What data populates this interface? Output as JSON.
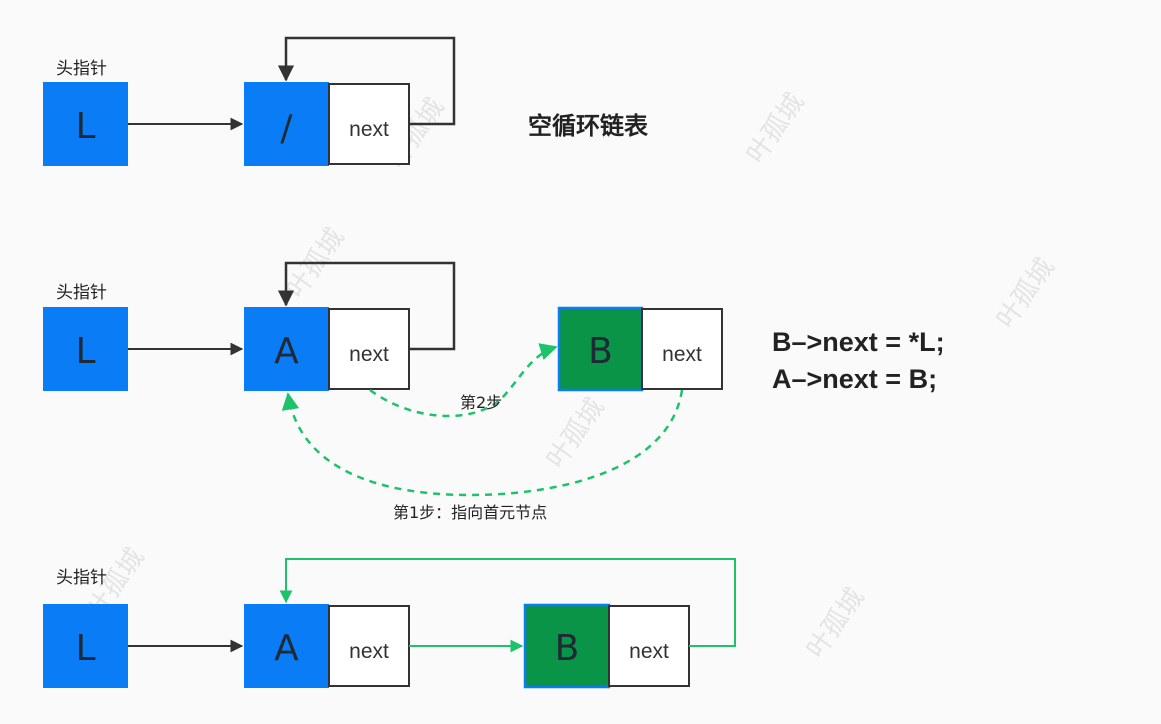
{
  "colors": {
    "blue": "#0a7cf5",
    "green": "#0a9447",
    "bright_green": "#1ec26b",
    "arrow_dark": "#333333",
    "background": "#fafafa"
  },
  "watermark": "叶孤城",
  "sections": [
    {
      "head_label": "头指针",
      "pointer_label": "L",
      "nodes": [
        {
          "data": "/",
          "next": "next",
          "color": "blue"
        }
      ],
      "title": "空循环链表"
    },
    {
      "head_label": "头指针",
      "pointer_label": "L",
      "nodes": [
        {
          "data": "A",
          "next": "next",
          "color": "blue"
        },
        {
          "data": "B",
          "next": "next",
          "color": "green"
        }
      ],
      "code": [
        "B–>next = *L;",
        "A–>next = B;"
      ],
      "step2_label": "第2步",
      "step1_label": "第1步：指向首元节点"
    },
    {
      "head_label": "头指针",
      "pointer_label": "L",
      "nodes": [
        {
          "data": "A",
          "next": "next",
          "color": "blue"
        },
        {
          "data": "B",
          "next": "next",
          "color": "green"
        }
      ]
    }
  ]
}
